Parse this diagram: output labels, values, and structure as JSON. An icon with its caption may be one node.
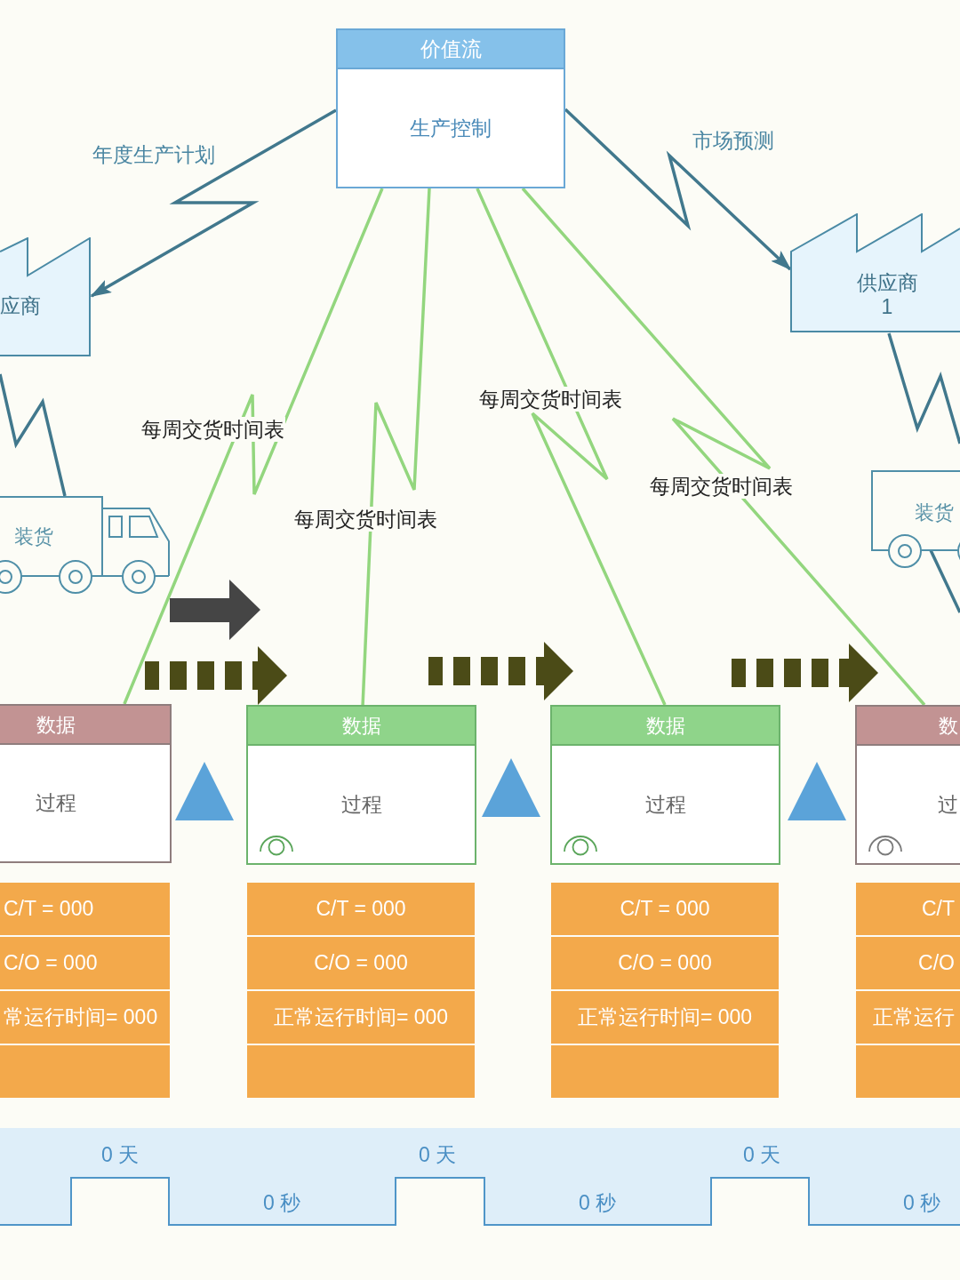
{
  "diagram": {
    "nodes": [
      {
        "text": [
          "价值流",
          "生产控制"
        ]
      },
      {
        "text": [
          "应商"
        ]
      },
      {
        "text": [
          "供应商 1"
        ]
      },
      {
        "text": [
          "装货"
        ]
      },
      {
        "text": [
          "装货"
        ]
      },
      {
        "text": [
          "数据",
          "过程"
        ]
      },
      {
        "text": [],
        "shape": "triangle"
      },
      {
        "text": [
          "数据",
          "过程"
        ]
      },
      {
        "text": [],
        "shape": "triangle"
      },
      {
        "text": [
          "数据",
          "过程"
        ]
      },
      {
        "text": [],
        "shape": "triangle"
      },
      {
        "text": [
          "数",
          "过"
        ]
      },
      {
        "text": [
          "C/T = 000",
          "C/O = 000",
          "常运行时间= 000"
        ]
      },
      {
        "text": [
          "C/T = 000",
          "C/O = 000",
          "正常运行时间= 000"
        ]
      },
      {
        "text": [
          "C/T = 000",
          "C/O = 000",
          "正常运行时间= 000"
        ]
      },
      {
        "text": [
          "C/T",
          "C/O",
          "正常运行"
        ]
      },
      {
        "text": [
          "0 天",
          "0 秒",
          "0 天",
          "0 秒",
          "0 天",
          "0 秒"
        ]
      }
    ],
    "edges": [
      {
        "from": 0,
        "to": 1,
        "arrow": "to",
        "label": "年度生产计划"
      },
      {
        "from": 0,
        "to": 2,
        "arrow": "to",
        "label": "市场预测"
      },
      {
        "from": null,
        "to": 3,
        "arrow": "none"
      },
      {
        "from": 2,
        "to": null,
        "arrow": "none"
      },
      {
        "from": 4,
        "to": null,
        "arrow": "none"
      },
      {
        "from": 0,
        "to": 5,
        "arrow": "none",
        "label": "每周交货时间表",
        "color": "#93d67e"
      },
      {
        "from": 0,
        "to": 7,
        "arrow": "none",
        "label": "每周交货时间表",
        "color": "#93d67e"
      },
      {
        "from": 0,
        "to": 9,
        "arrow": "none",
        "label": "每周交货时间表",
        "color": "#93d67e"
      },
      {
        "from": 0,
        "to": 11,
        "arrow": "none",
        "label": "每周交货时间表",
        "color": "#93d67e"
      }
    ]
  }
}
